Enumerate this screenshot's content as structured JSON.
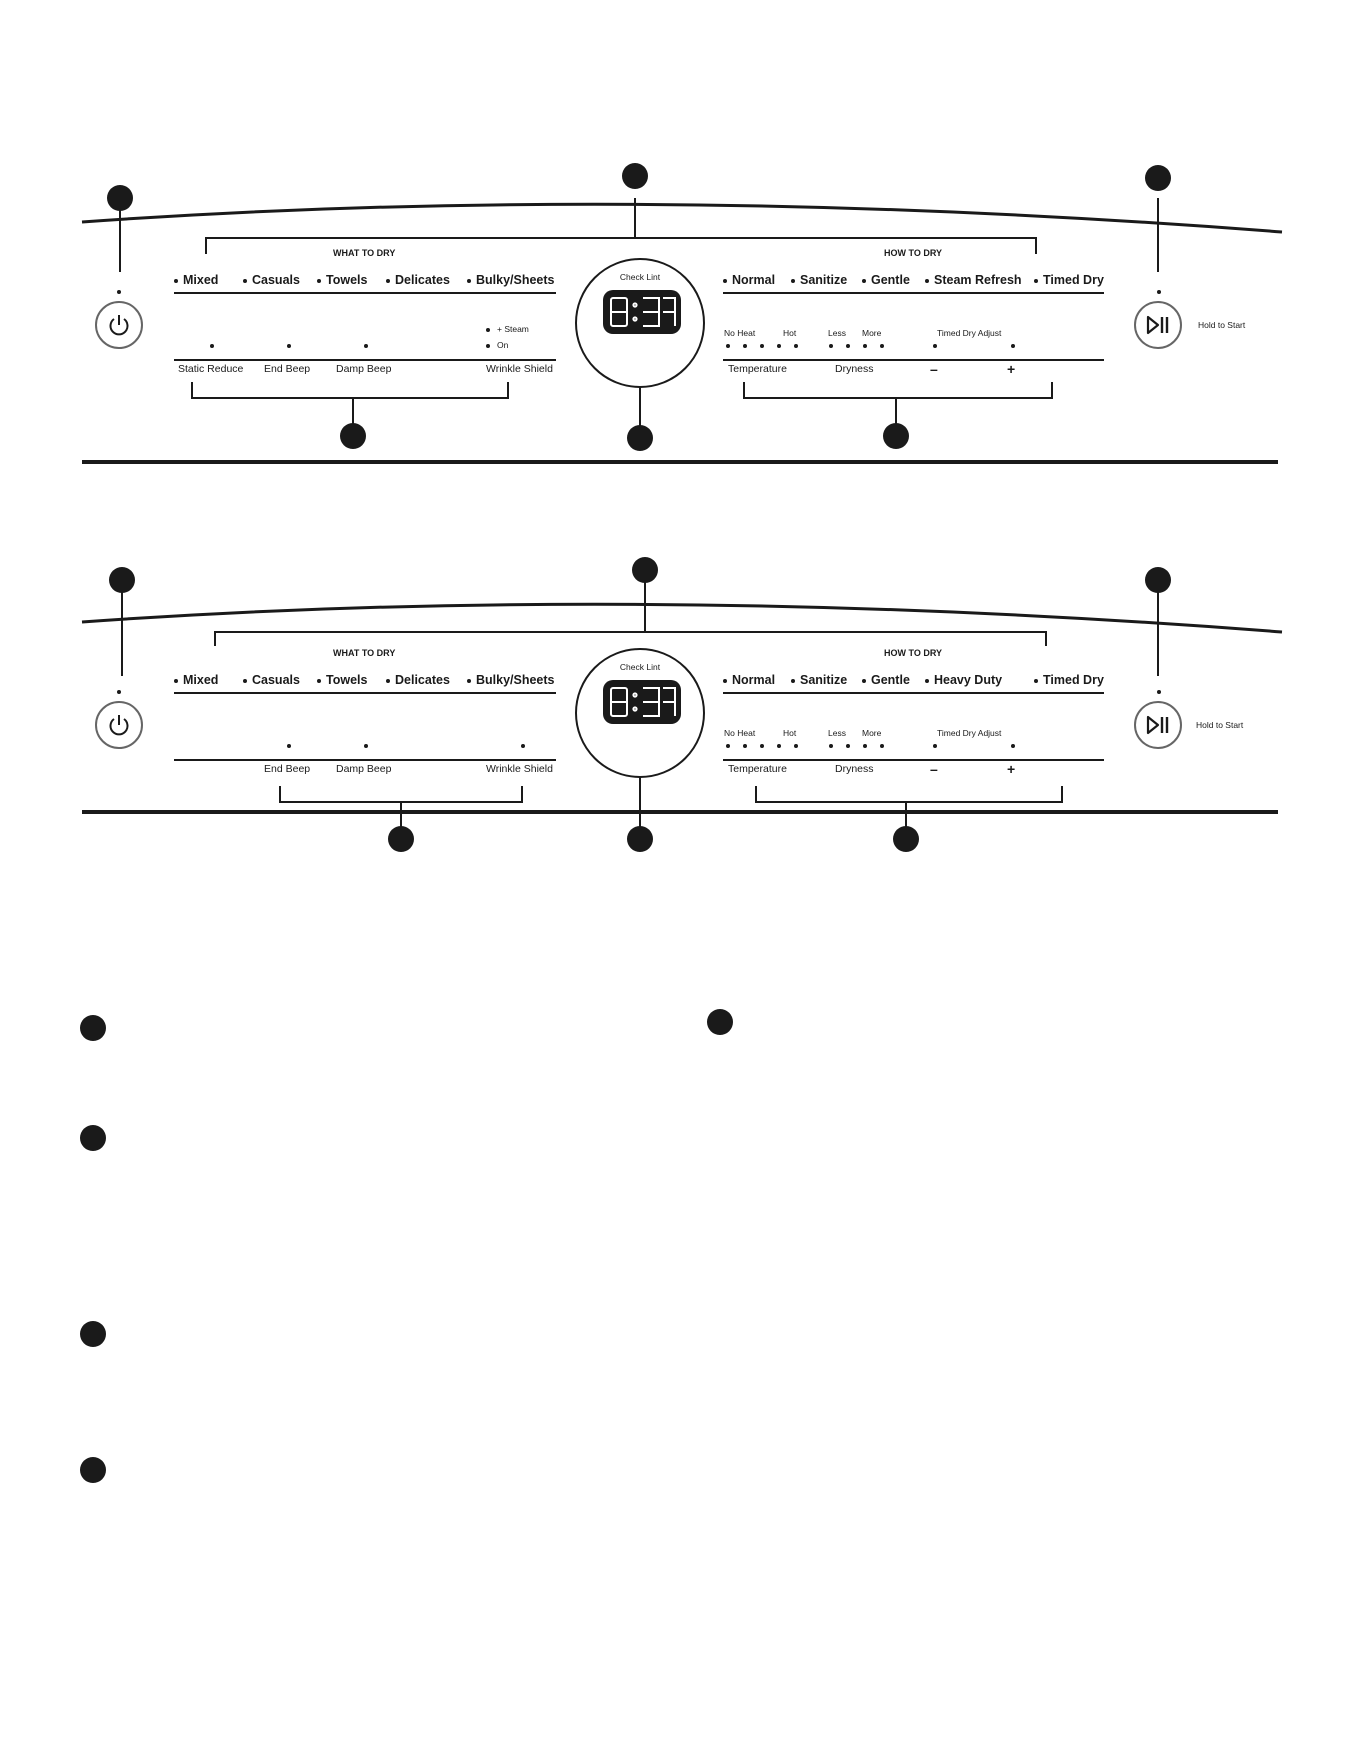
{
  "panel_1": {
    "what_to_dry": "WHAT TO DRY",
    "how_to_dry": "HOW TO DRY",
    "check_lint": "Check Lint",
    "hold_to_start": "Hold to Start",
    "what_cycles": [
      "Mixed",
      "Casuals",
      "Towels",
      "Delicates",
      "Bulky/Sheets"
    ],
    "how_cycles": [
      "Normal",
      "Sanitize",
      "Gentle",
      "Steam Refresh",
      "Timed Dry"
    ],
    "options": [
      "Static Reduce",
      "End Beep",
      "Damp Beep",
      "Wrinkle Shield"
    ],
    "wrinkle_shield_levels": [
      "+ Steam",
      "On"
    ],
    "temperature_levels": [
      "No Heat",
      "Hot"
    ],
    "dryness_levels": [
      "Less",
      "More"
    ],
    "timed_dry_adjust": "Timed Dry Adjust",
    "bottom_labels": [
      "Temperature",
      "Dryness",
      "–",
      "+"
    ]
  },
  "panel_2": {
    "what_to_dry": "WHAT TO DRY",
    "how_to_dry": "HOW TO DRY",
    "check_lint": "Check Lint",
    "hold_to_start": "Hold to Start",
    "what_cycles": [
      "Mixed",
      "Casuals",
      "Towels",
      "Delicates",
      "Bulky/Sheets"
    ],
    "how_cycles": [
      "Normal",
      "Sanitize",
      "Gentle",
      "Heavy Duty",
      "Timed Dry"
    ],
    "options": [
      "End Beep",
      "Damp Beep",
      "Wrinkle Shield"
    ],
    "temperature_levels": [
      "No Heat",
      "Hot"
    ],
    "dryness_levels": [
      "Less",
      "More"
    ],
    "timed_dry_adjust": "Timed Dry Adjust",
    "bottom_labels": [
      "Temperature",
      "Dryness",
      "–",
      "+"
    ]
  },
  "colors": {
    "ink": "#1a1a1a",
    "button_ring": "#666666"
  },
  "icons": [
    "power-icon",
    "play-pause-icon",
    "seven-segment-display-icon",
    "callout-marker-icon"
  ]
}
